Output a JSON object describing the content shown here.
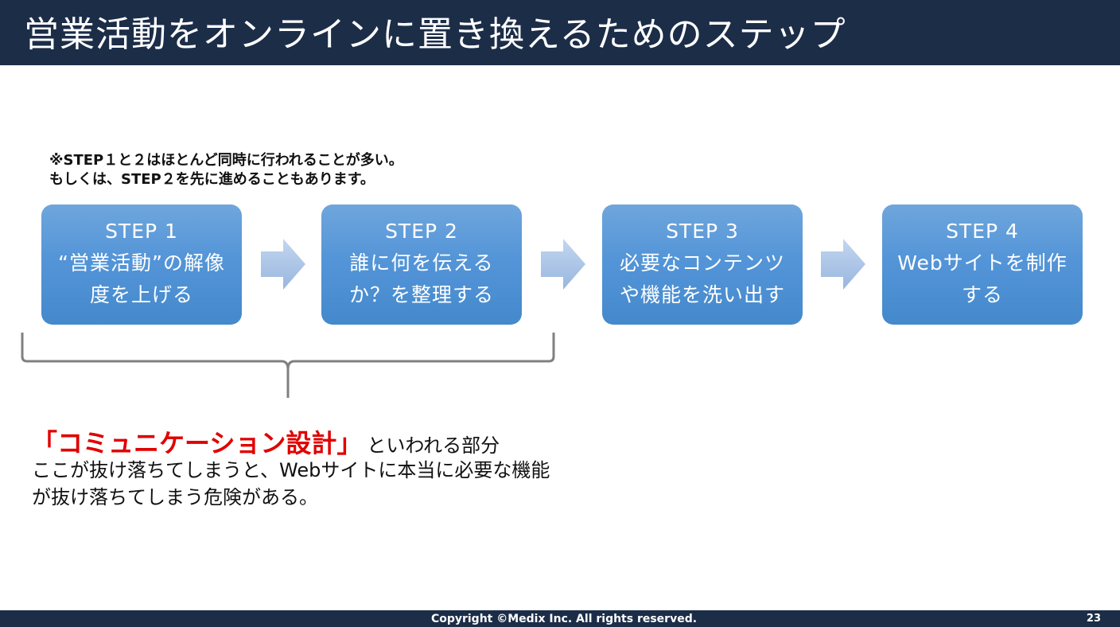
{
  "header": {
    "title": "営業活動をオンラインに置き換えるためのステップ"
  },
  "note": {
    "lines": [
      "※STEP１と２はほとんど同時に行われることが多い。",
      "もしくは、STEP２を先に進めることもあります。"
    ]
  },
  "steps": [
    {
      "label": "STEP 1",
      "lines": [
        "“営業活動”の解像",
        "度を上げる"
      ]
    },
    {
      "label": "STEP 2",
      "lines": [
        "誰に何を伝える",
        "か？を整理する"
      ]
    },
    {
      "label": "STEP 3",
      "lines": [
        "必要なコンテンツ",
        "や機能を洗い出す"
      ]
    },
    {
      "label": "STEP 4",
      "lines": [
        "Webサイトを制作",
        "する"
      ]
    }
  ],
  "callout": {
    "highlight": "「コミュニケーション設計」",
    "suffix": "といわれる部分",
    "description": [
      "ここが抜け落ちてしまうと、Webサイトに本当に必要な機能",
      "が抜け落ちてしまう危険がある。"
    ]
  },
  "footer": {
    "copyright": "Copyright ©Medix Inc. All rights reserved.",
    "page_number": "23"
  },
  "colors": {
    "header_bg": "#1c2d48",
    "step_box": "#5495d8",
    "arrow": "#aac4e6",
    "highlight": "#e00000",
    "brace": "#808080"
  }
}
